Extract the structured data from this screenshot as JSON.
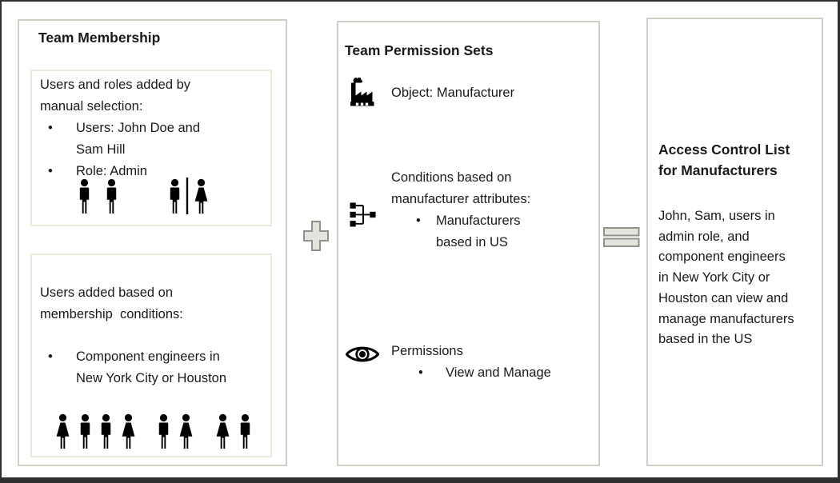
{
  "left_panel": {
    "title": "Team Membership",
    "manual_box": {
      "intro": "Users and roles added by\nmanual selection:",
      "bullet_1": "Users: John Doe and\nSam Hill",
      "bullet_2": "Role: Admin",
      "icon_groups": [
        [
          "man",
          "man"
        ],
        [
          "man",
          "divider",
          "woman"
        ]
      ]
    },
    "conditions_box": {
      "intro": "Users added based on\nmembership  conditions:",
      "bullet_1": "Component engineers in\nNew York City or Houston",
      "icon_groups": [
        [
          "woman",
          "man",
          "man",
          "woman"
        ],
        [
          "man",
          "woman"
        ],
        [
          "woman",
          "man"
        ]
      ]
    }
  },
  "middle_panel": {
    "title": "Team Permission Sets",
    "object_row": {
      "icon": "factory-icon",
      "label": "Object: Manufacturer"
    },
    "conditions_row": {
      "icon": "hierarchy-icon",
      "label": "Conditions based on\nmanufacturer attributes:",
      "bullet_1": "Manufacturers\nbased in US"
    },
    "permissions_row": {
      "icon": "eye-icon",
      "label": "Permissions",
      "bullet_1": "View and Manage"
    }
  },
  "right_panel": {
    "title": "Access Control List\nfor Manufacturers",
    "body": "John, Sam, users in\nadmin role, and\ncomponent engineers\nin New York City or\nHouston can view and\nmanage manufacturers\nbased in the US"
  },
  "operators": {
    "plus": "plus-icon",
    "equals": "equals-icon"
  },
  "bullet_char": "•",
  "colors": {
    "frame": "#303030",
    "panel_border": "#cdd0c5",
    "inner_box_border": "#eeeadb",
    "shape_fill": "#e3e4de",
    "shape_border": "#8f9389",
    "text": "#1a1a1a"
  }
}
